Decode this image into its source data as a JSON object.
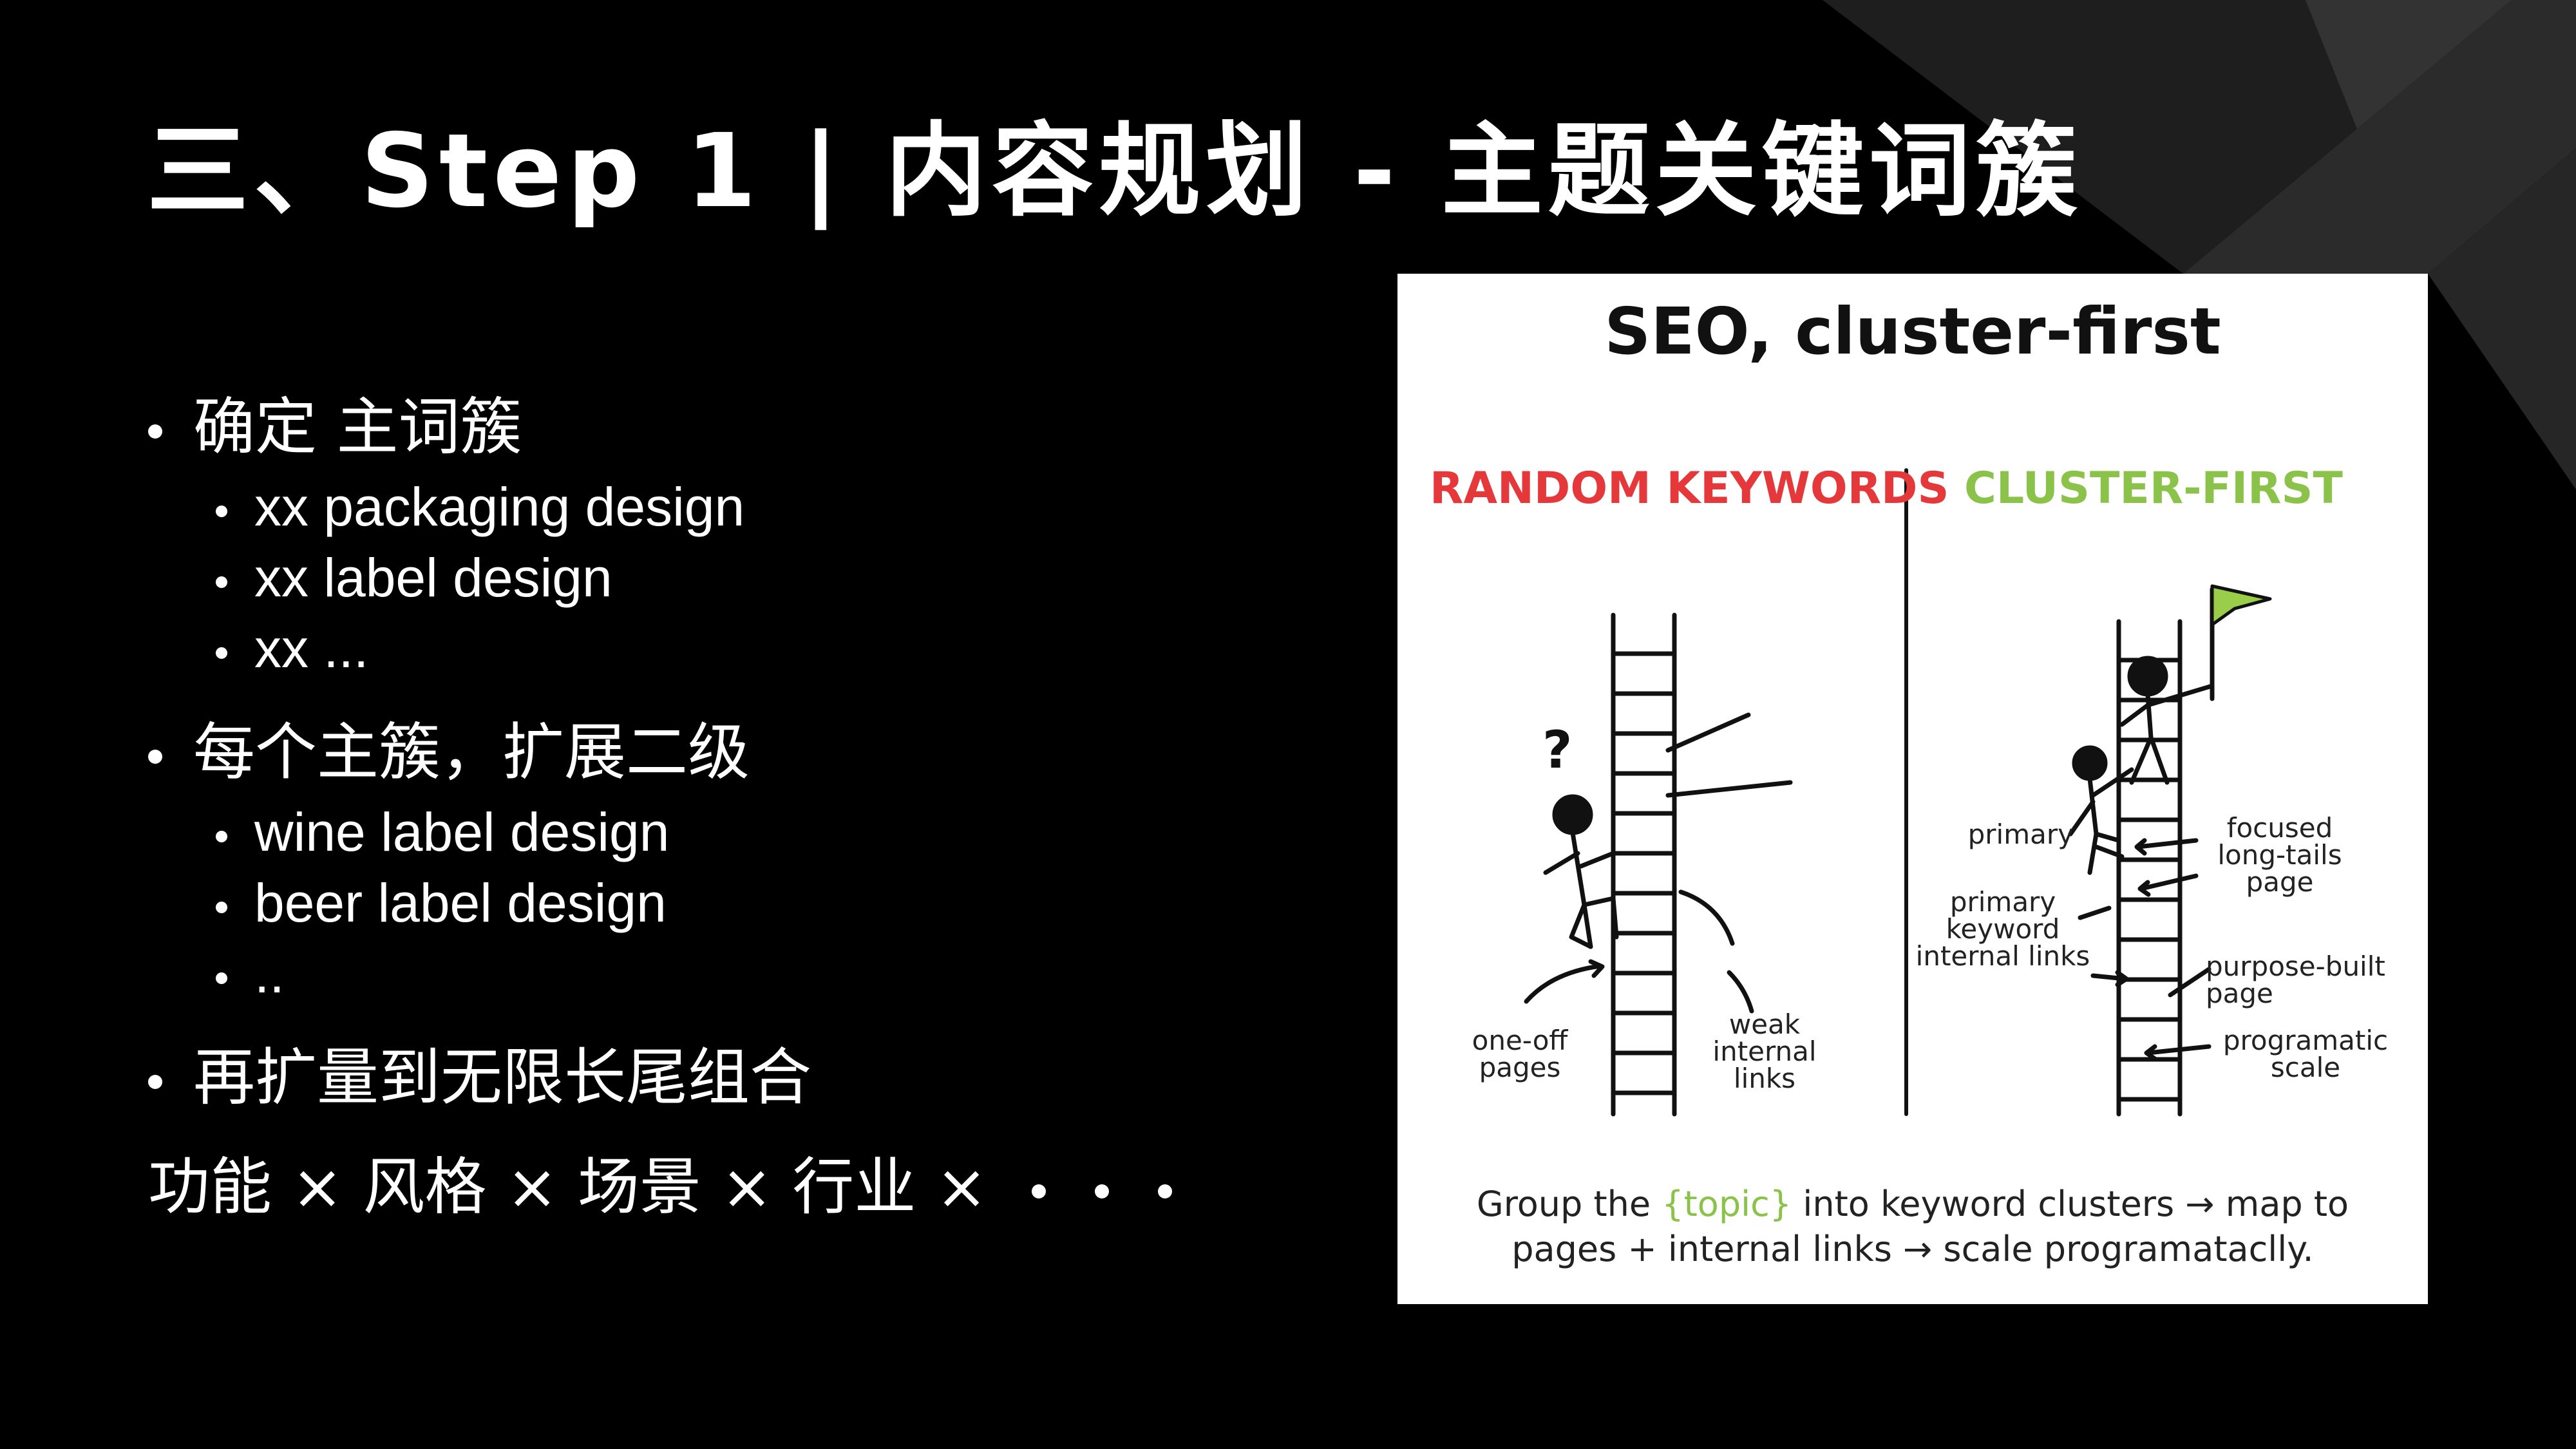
{
  "slide": {
    "title": "三、Step 1 | 内容规划 - 主题关键词簇",
    "bullets": [
      {
        "text": "确定 主词簇",
        "sub": [
          "xx packaging design",
          "xx label design",
          "xx ..."
        ]
      },
      {
        "text": "每个主簇，扩展二级",
        "sub": [
          "wine label design",
          "beer label design",
          ".."
        ]
      },
      {
        "text": "再扩量到无限长尾组合",
        "sub": []
      }
    ],
    "formula": {
      "parts": [
        "功能",
        "风格",
        "场景",
        "行业"
      ],
      "separator": "×"
    }
  },
  "illustration": {
    "title": "SEO, cluster-first",
    "left_header": "RANDOM KEYWORDS",
    "right_header": "CLUSTER-FIRST",
    "left_color": "#e5383b",
    "right_color": "#8bc34a",
    "question_mark": "?",
    "left_labels": {
      "one_off": "one-off\npages",
      "weak": "weak\ninternal\nlinks"
    },
    "right_labels": {
      "primary": "primary",
      "primary_keyword": "primary\nkeyword\ninternal links",
      "focused": "focused\nlong-tails\npage",
      "purpose": "purpose-built\npage",
      "programatic": "programatic\nscale"
    },
    "caption_pre": "Group the ",
    "caption_topic": "{topic}",
    "caption_post": " into keyword clusters → map to\npages + internal links → scale programataclly."
  }
}
